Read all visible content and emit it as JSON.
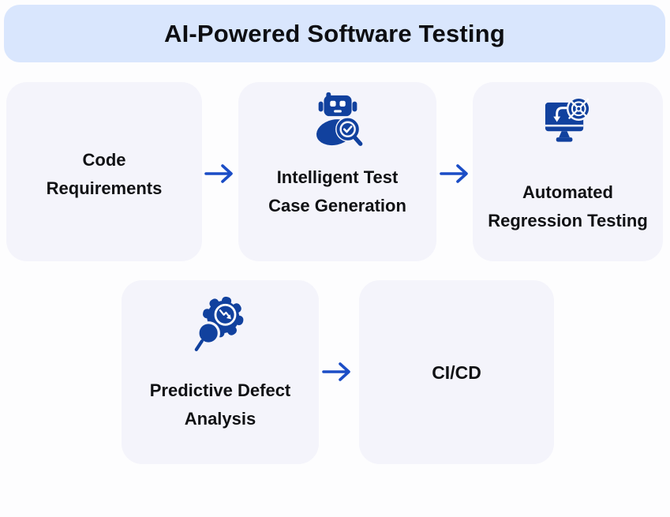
{
  "title": "AI-Powered Software Testing",
  "cards": [
    {
      "id": "code-requirements",
      "icon": "none",
      "lines": [
        "Code",
        "Requirements"
      ]
    },
    {
      "id": "intelligent-test-case-generation",
      "icon": "robot-test-magnifier-icon",
      "lines": [
        "Intelligent Test",
        "Case Generation"
      ]
    },
    {
      "id": "automated-regression-testing",
      "icon": "monitor-automation-gauge-icon",
      "lines": [
        "Automated",
        "Regression Testing"
      ]
    },
    {
      "id": "predictive-defect-analysis",
      "icon": "gear-magnifier-icon",
      "lines": [
        "Predictive Defect",
        "Analysis"
      ]
    },
    {
      "id": "ci-cd",
      "icon": "none",
      "lines": [
        "CI/CD"
      ]
    }
  ],
  "arrows": [
    {
      "from": "code-requirements",
      "to": "intelligent-test-case-generation"
    },
    {
      "from": "intelligent-test-case-generation",
      "to": "automated-regression-testing"
    },
    {
      "from": "predictive-defect-analysis",
      "to": "ci-cd"
    }
  ],
  "colors": {
    "page_bg": "#fdfdfe",
    "banner_bg": "#d9e6fd",
    "card_bg": "#f4f4fb",
    "icon_blue": "#11419e",
    "arrow_blue": "#1b4dc6",
    "text": "#101114"
  }
}
